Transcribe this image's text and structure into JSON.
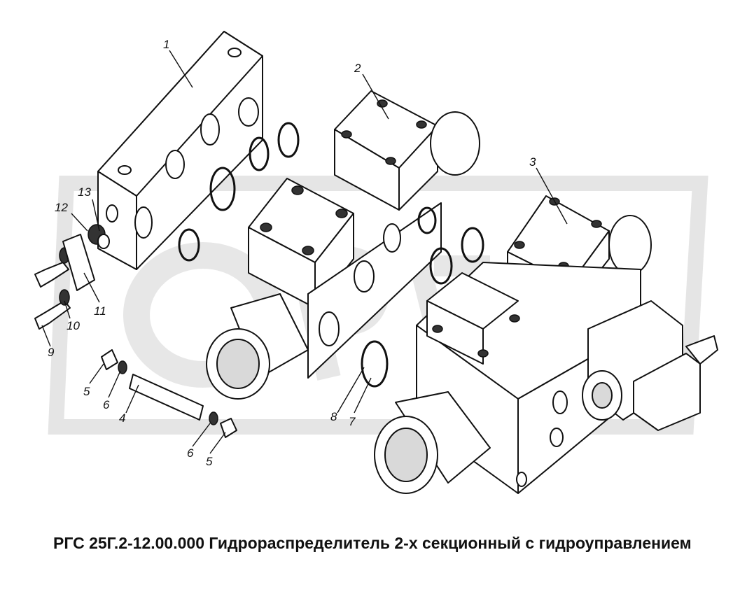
{
  "diagram": {
    "caption": "РГС 25Г.2-12.00.000 Гидрораспределитель 2-х секционный с гидроуправлением",
    "callouts": [
      {
        "id": "c1",
        "label": "1"
      },
      {
        "id": "c2",
        "label": "2"
      },
      {
        "id": "c3",
        "label": "3"
      },
      {
        "id": "c4",
        "label": "4"
      },
      {
        "id": "c5a",
        "label": "5"
      },
      {
        "id": "c5b",
        "label": "5"
      },
      {
        "id": "c6a",
        "label": "6"
      },
      {
        "id": "c6b",
        "label": "6"
      },
      {
        "id": "c7",
        "label": "7"
      },
      {
        "id": "c8",
        "label": "8"
      },
      {
        "id": "c9",
        "label": "9"
      },
      {
        "id": "c10",
        "label": "10"
      },
      {
        "id": "c11",
        "label": "11"
      },
      {
        "id": "c12",
        "label": "12"
      },
      {
        "id": "c13",
        "label": "13"
      }
    ]
  }
}
